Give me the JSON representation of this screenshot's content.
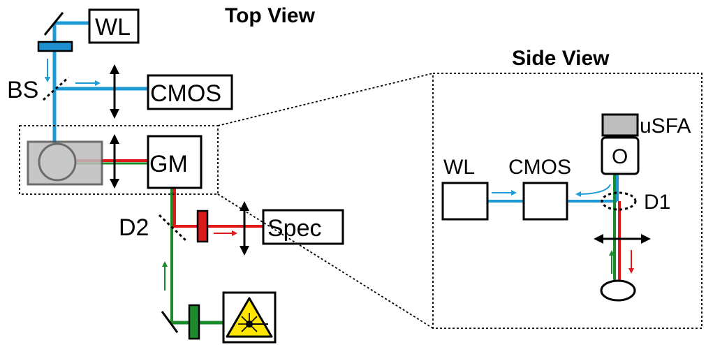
{
  "diagram": {
    "titles": {
      "top_view": "Top View",
      "side_view": "Side View"
    },
    "top_view": {
      "wl": "WL",
      "bs": "BS",
      "cmos": "CMOS",
      "gm": "GM",
      "d2": "D2",
      "spec": "Spec"
    },
    "side_view": {
      "wl": "WL",
      "cmos": "CMOS",
      "usfa": "uSFA",
      "objective": "O",
      "d1": "D1"
    },
    "colors": {
      "blue_beam": "#1e9ad6",
      "red_beam": "#e01a1a",
      "green_beam": "#1a8a2a",
      "filter_blue": "#1e8fcf",
      "filter_red": "#d91a1a",
      "filter_green": "#1f8a2e",
      "gray_block": "#bdbdbd",
      "laser_warning": "#ffe500"
    }
  }
}
